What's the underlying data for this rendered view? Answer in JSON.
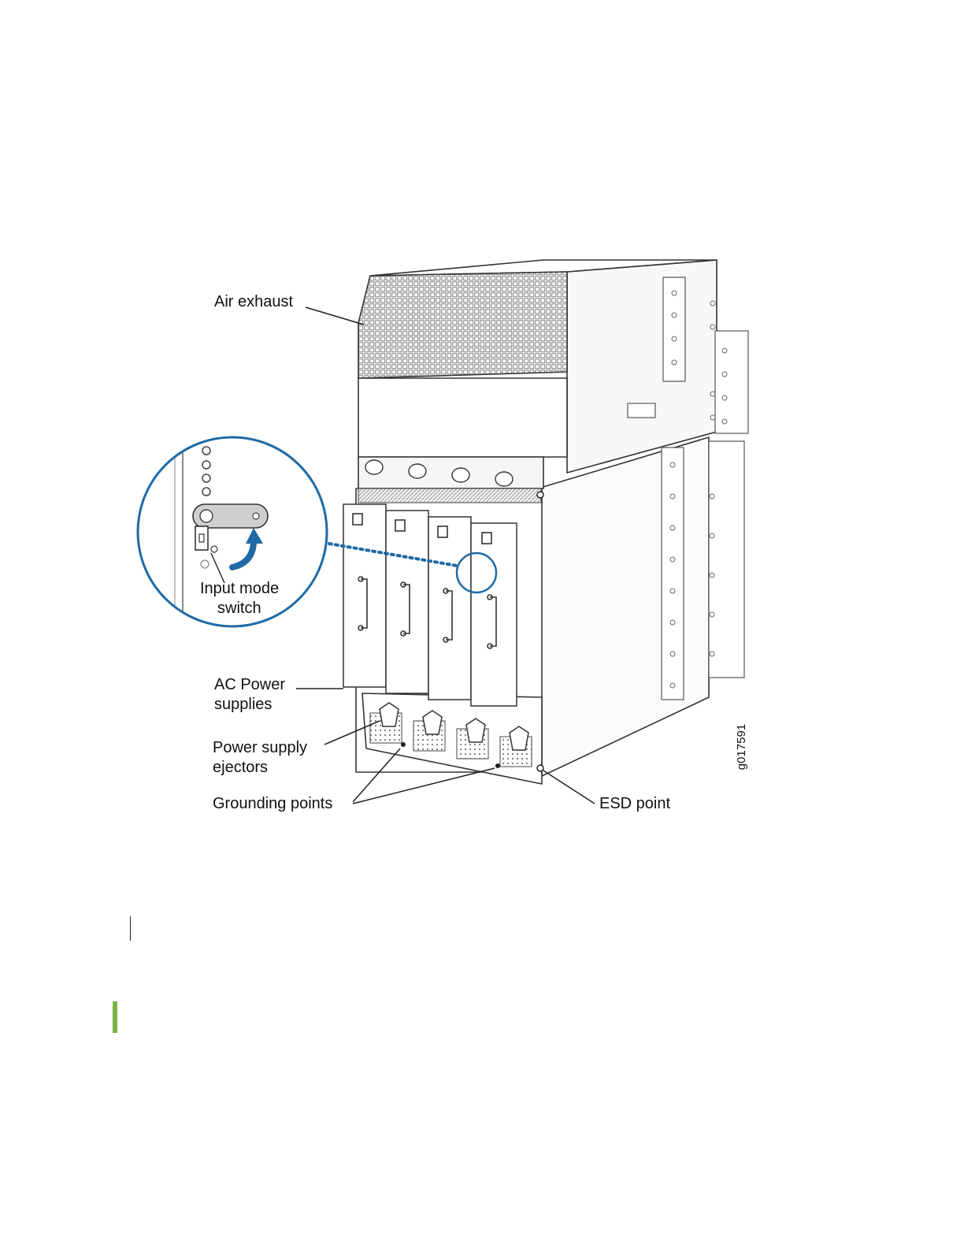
{
  "figure": {
    "id": "g017591",
    "callouts": {
      "air_exhaust": "Air exhaust",
      "input_mode_switch_line1": "Input mode",
      "input_mode_switch_line2": "switch",
      "ac_power_line1": "AC Power",
      "ac_power_line2": "supplies",
      "ejectors_line1": "Power supply",
      "ejectors_line2": "ejectors",
      "grounding_points": "Grounding points",
      "esd_point": "ESD point"
    }
  },
  "colors": {
    "callout_circle": "#1f6aa5",
    "arrow": "#1f6aa5",
    "line_art": "#333333",
    "note_bar": "#7cb342"
  }
}
